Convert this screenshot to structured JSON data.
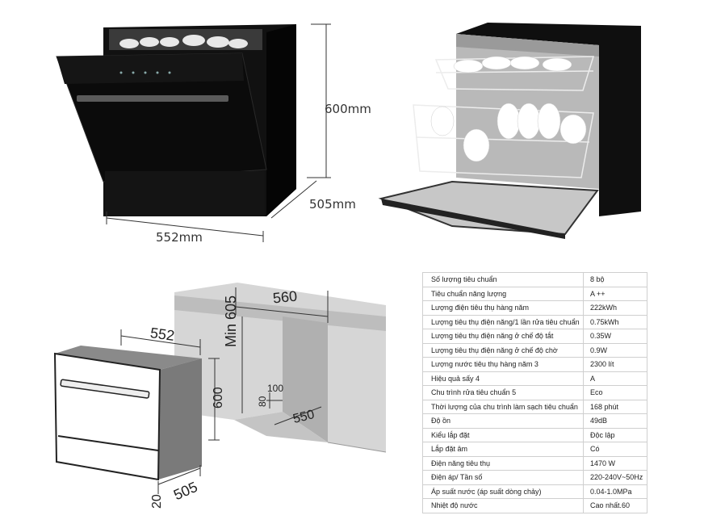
{
  "top_dims": {
    "height": "600mm",
    "depth": "505mm",
    "width": "552mm"
  },
  "install_dims": {
    "cab_width": "560",
    "cab_height": "Min 605",
    "cab_depth": "550",
    "toe_height": "100",
    "toe_depth": "80",
    "unit_width": "552",
    "unit_height": "600",
    "unit_depth": "505",
    "door_gap": "20"
  },
  "specs": [
    {
      "label": "Số lượng tiêu chuẩn",
      "value": "8 bộ"
    },
    {
      "label": "Tiêu chuẩn năng lượng",
      "value": "A ++"
    },
    {
      "label": "Lượng điện tiêu thụ hàng năm",
      "value": "222kWh"
    },
    {
      "label": "Lượng tiêu thụ điện năng/1 lần rửa tiêu chuẩn",
      "value": "0.75kWh"
    },
    {
      "label": "Lượng tiêu thụ điện năng ở chế độ tắt",
      "value": "0.35W"
    },
    {
      "label": "Lượng tiêu thụ điện năng ở chế độ chờ",
      "value": "0.9W"
    },
    {
      "label": "Lượng nước tiêu thụ hàng năm  3",
      "value": "2300 lít"
    },
    {
      "label": "Hiệu quả sấy   4",
      "value": "A"
    },
    {
      "label": "Chu trình rửa tiêu chuẩn 5",
      "value": "Eco"
    },
    {
      "label": "Thời lượng của chu trình làm sạch tiêu chuẩn",
      "value": "168 phút"
    },
    {
      "label": "Độ ồn",
      "value": "49dB"
    },
    {
      "label": "Kiểu lắp đặt",
      "value": "Độc lập"
    },
    {
      "label": "Lắp đặt âm",
      "value": "Có"
    },
    {
      "label": "Điện năng tiêu thụ",
      "value": "1470 W"
    },
    {
      "label": "Điện áp/ Tần số",
      "value": "220-240V~50Hz"
    },
    {
      "label": "Áp suất nước (áp suất dòng chảy)",
      "value": "0.04-1.0MPa"
    },
    {
      "label": "Nhiệt độ nước",
      "value": "Cao nhất.60"
    }
  ]
}
